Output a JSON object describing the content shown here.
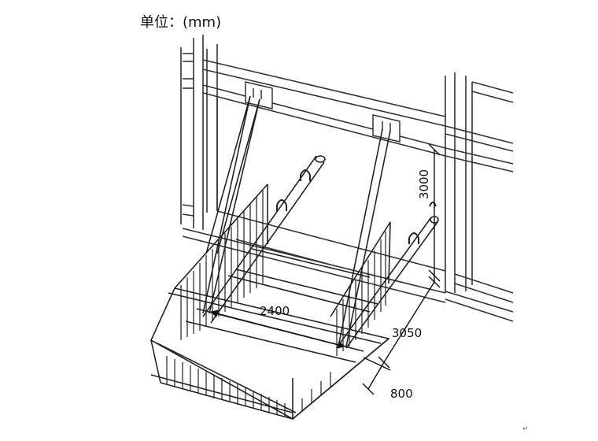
{
  "title": "单位：(mm)",
  "dimensions": {
    "height": "3000",
    "width": "2400",
    "depth": "3050",
    "guard_height": "800"
  },
  "paragraph_mark": "↵"
}
